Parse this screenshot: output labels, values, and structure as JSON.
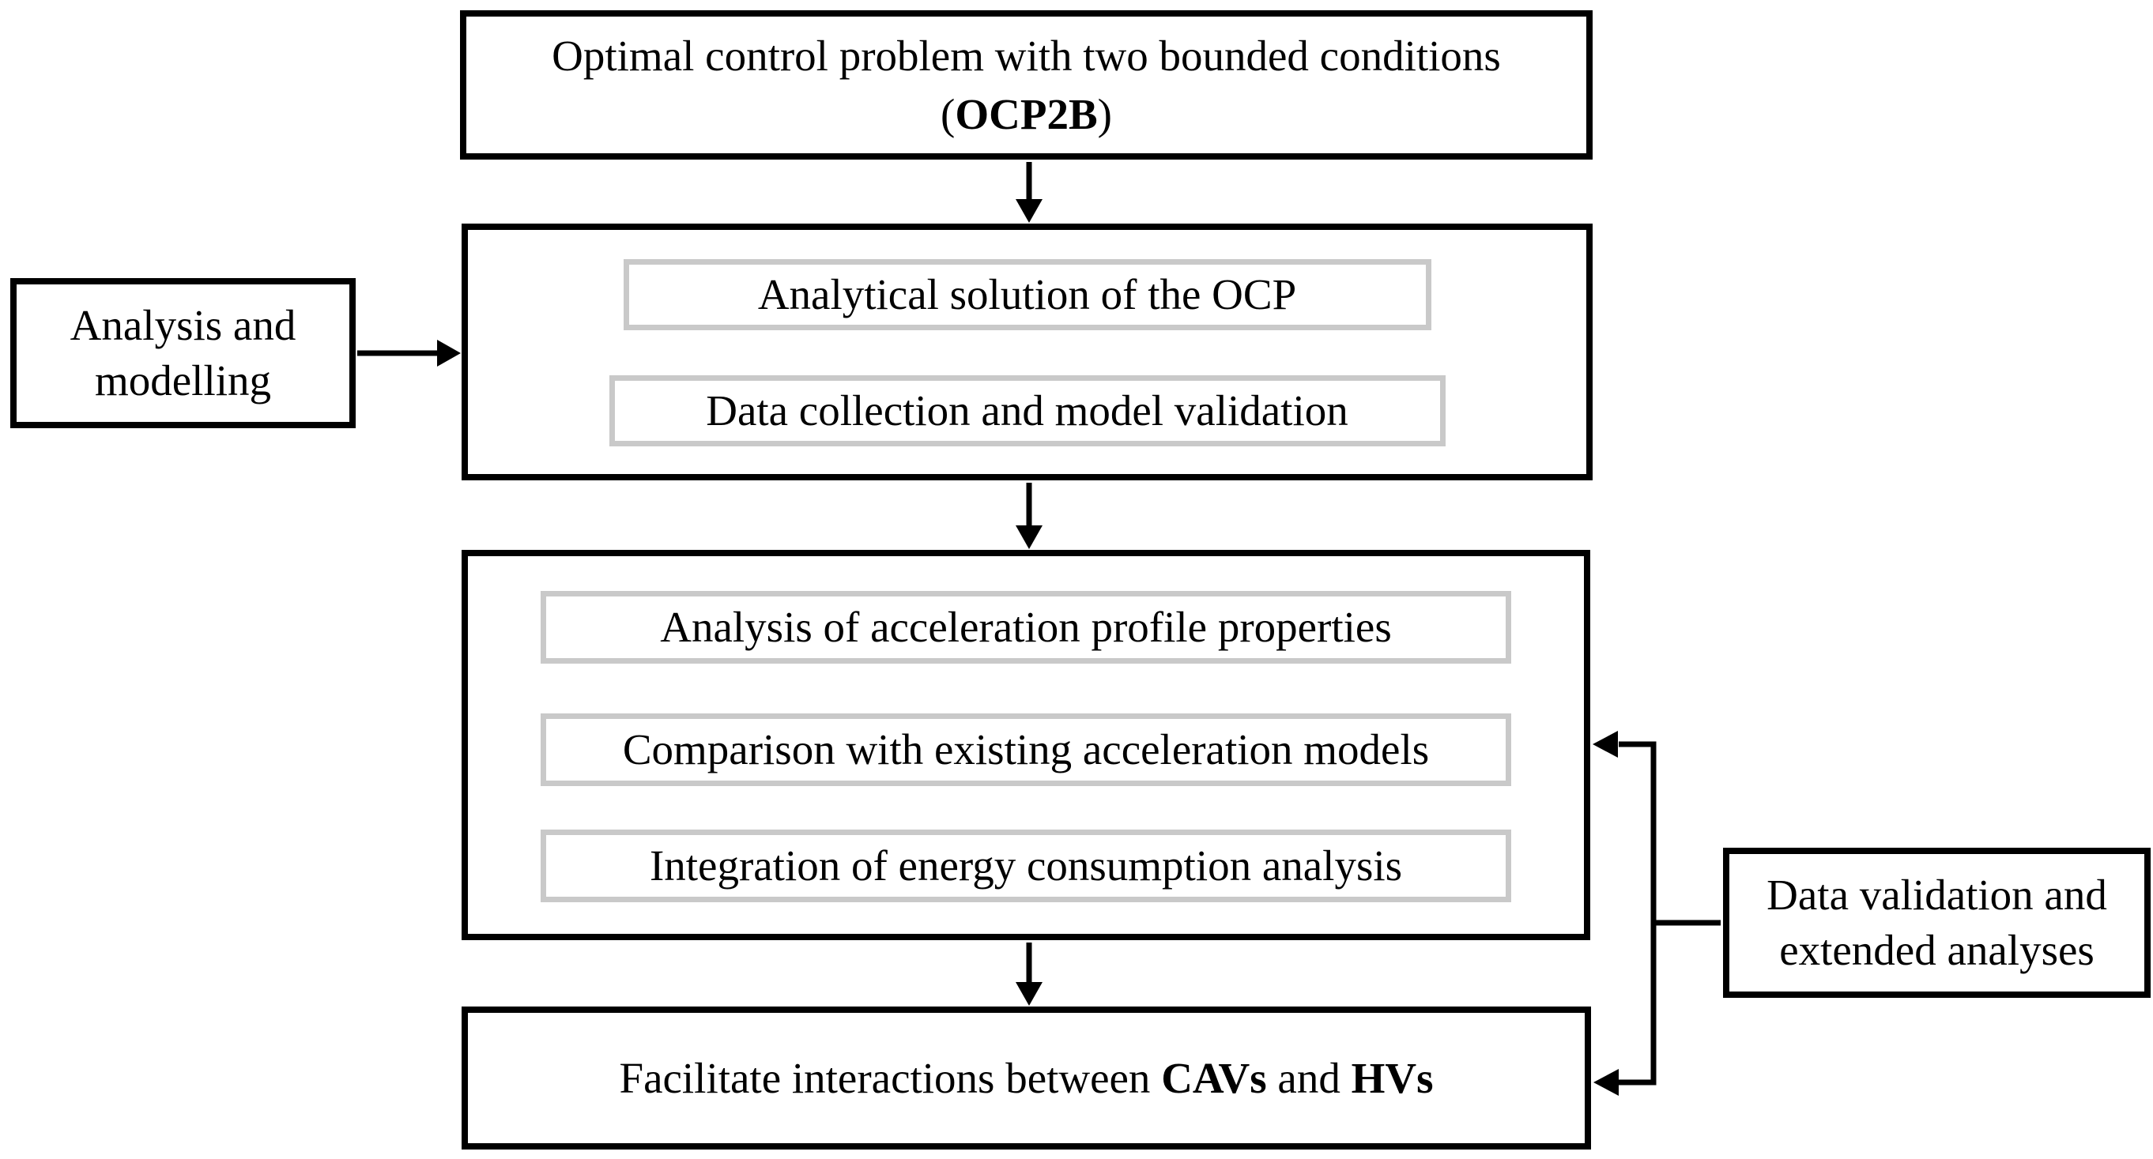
{
  "figure": {
    "background": "#ffffff",
    "border_color": "#000000",
    "inner_border_color": "#c9c9c9",
    "text_color": "#000000",
    "nodes": {
      "ocp2b": {
        "line1": "Optimal control problem with two bounded conditions",
        "acronym_prefix": "(",
        "acronym": "OCP2B",
        "acronym_suffix": ")"
      },
      "analysis_modelling": {
        "line1": "Analysis and",
        "line2": "modelling"
      },
      "stage1": {
        "items": [
          {
            "label": "Analytical solution of the OCP"
          },
          {
            "label": "Data collection and model validation"
          }
        ]
      },
      "stage2": {
        "items": [
          {
            "label": "Analysis of acceleration profile properties"
          },
          {
            "label": "Comparison with existing acceleration models"
          },
          {
            "label": "Integration of energy consumption analysis"
          }
        ]
      },
      "goal": {
        "prefix": "Facilitate interactions between ",
        "bold1": "CAVs",
        "middle": " and ",
        "bold2": "HVs"
      },
      "data_validation": {
        "line1": "Data validation and",
        "line2": "extended analyses"
      }
    }
  }
}
